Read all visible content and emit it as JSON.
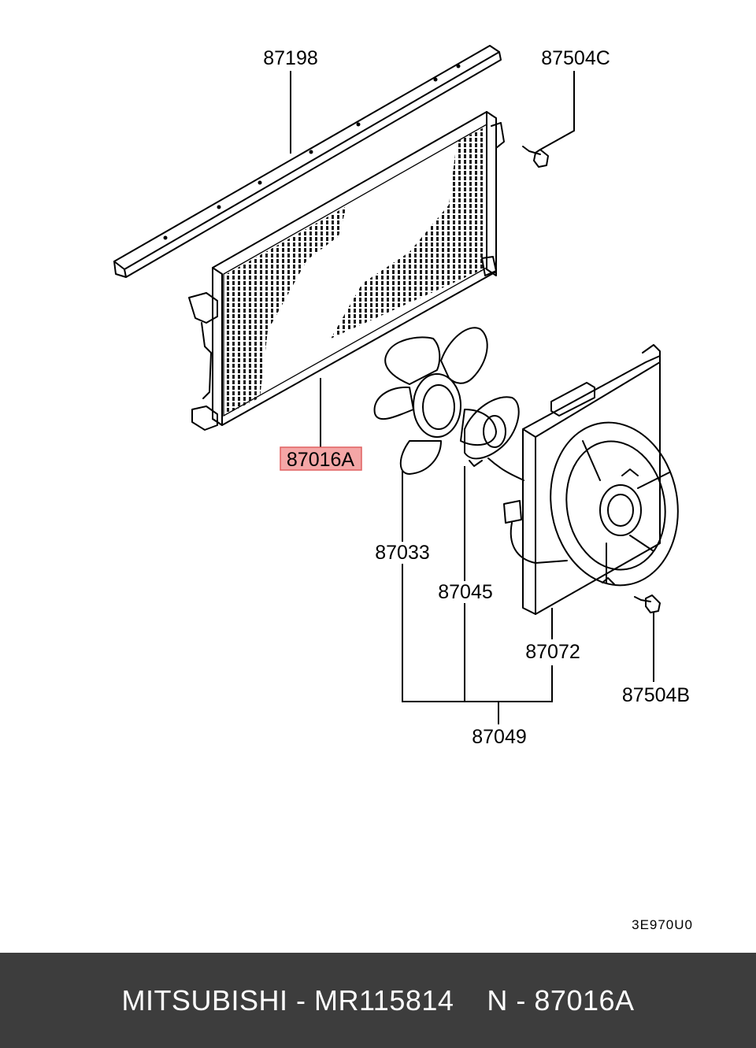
{
  "labels": {
    "top_rail": "87198",
    "bolt_top": "87504C",
    "condenser": "87016A",
    "fan_blade": "87033",
    "motor": "87045",
    "shroud": "87072",
    "bolt_bottom": "87504B",
    "fan_assembly": "87049"
  },
  "diagram_code": "3E970U0",
  "highlight": {
    "part": "87016A",
    "fill_color": "#f4a6a6",
    "border_color": "#e06060"
  },
  "footer": {
    "text": "MITSUBISHI - MR115814    N - 87016A",
    "background": "#3d3d3d"
  }
}
